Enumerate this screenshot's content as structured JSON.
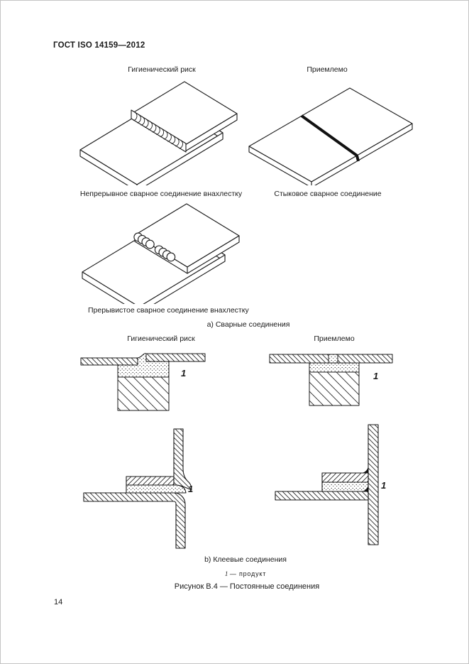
{
  "header": {
    "title": "ГОСТ ISO 14159—2012"
  },
  "sections": {
    "welded": {
      "risk_label": "Гигиенический риск",
      "ok_label": "Приемлемо",
      "continuous_caption": "Непрерывное сварное соединение внахлестку",
      "butt_caption": "Стыковое сварное соединение",
      "intermittent_caption": "Прерывистое сварное соединение внахлестку",
      "section_caption": "а) Сварные соединения"
    },
    "glued": {
      "risk_label": "Гигиенический риск",
      "ok_label": "Приемлемо",
      "section_caption": "b) Клеевые соединения"
    }
  },
  "part_marker": "1",
  "legend": {
    "symbol": "1",
    "text": "— продукт"
  },
  "figure_caption": "Рисунок В.4 — Постоянные соединения",
  "page_number": "14",
  "colors": {
    "ink": "#1a1a1a",
    "paper": "#ffffff"
  }
}
